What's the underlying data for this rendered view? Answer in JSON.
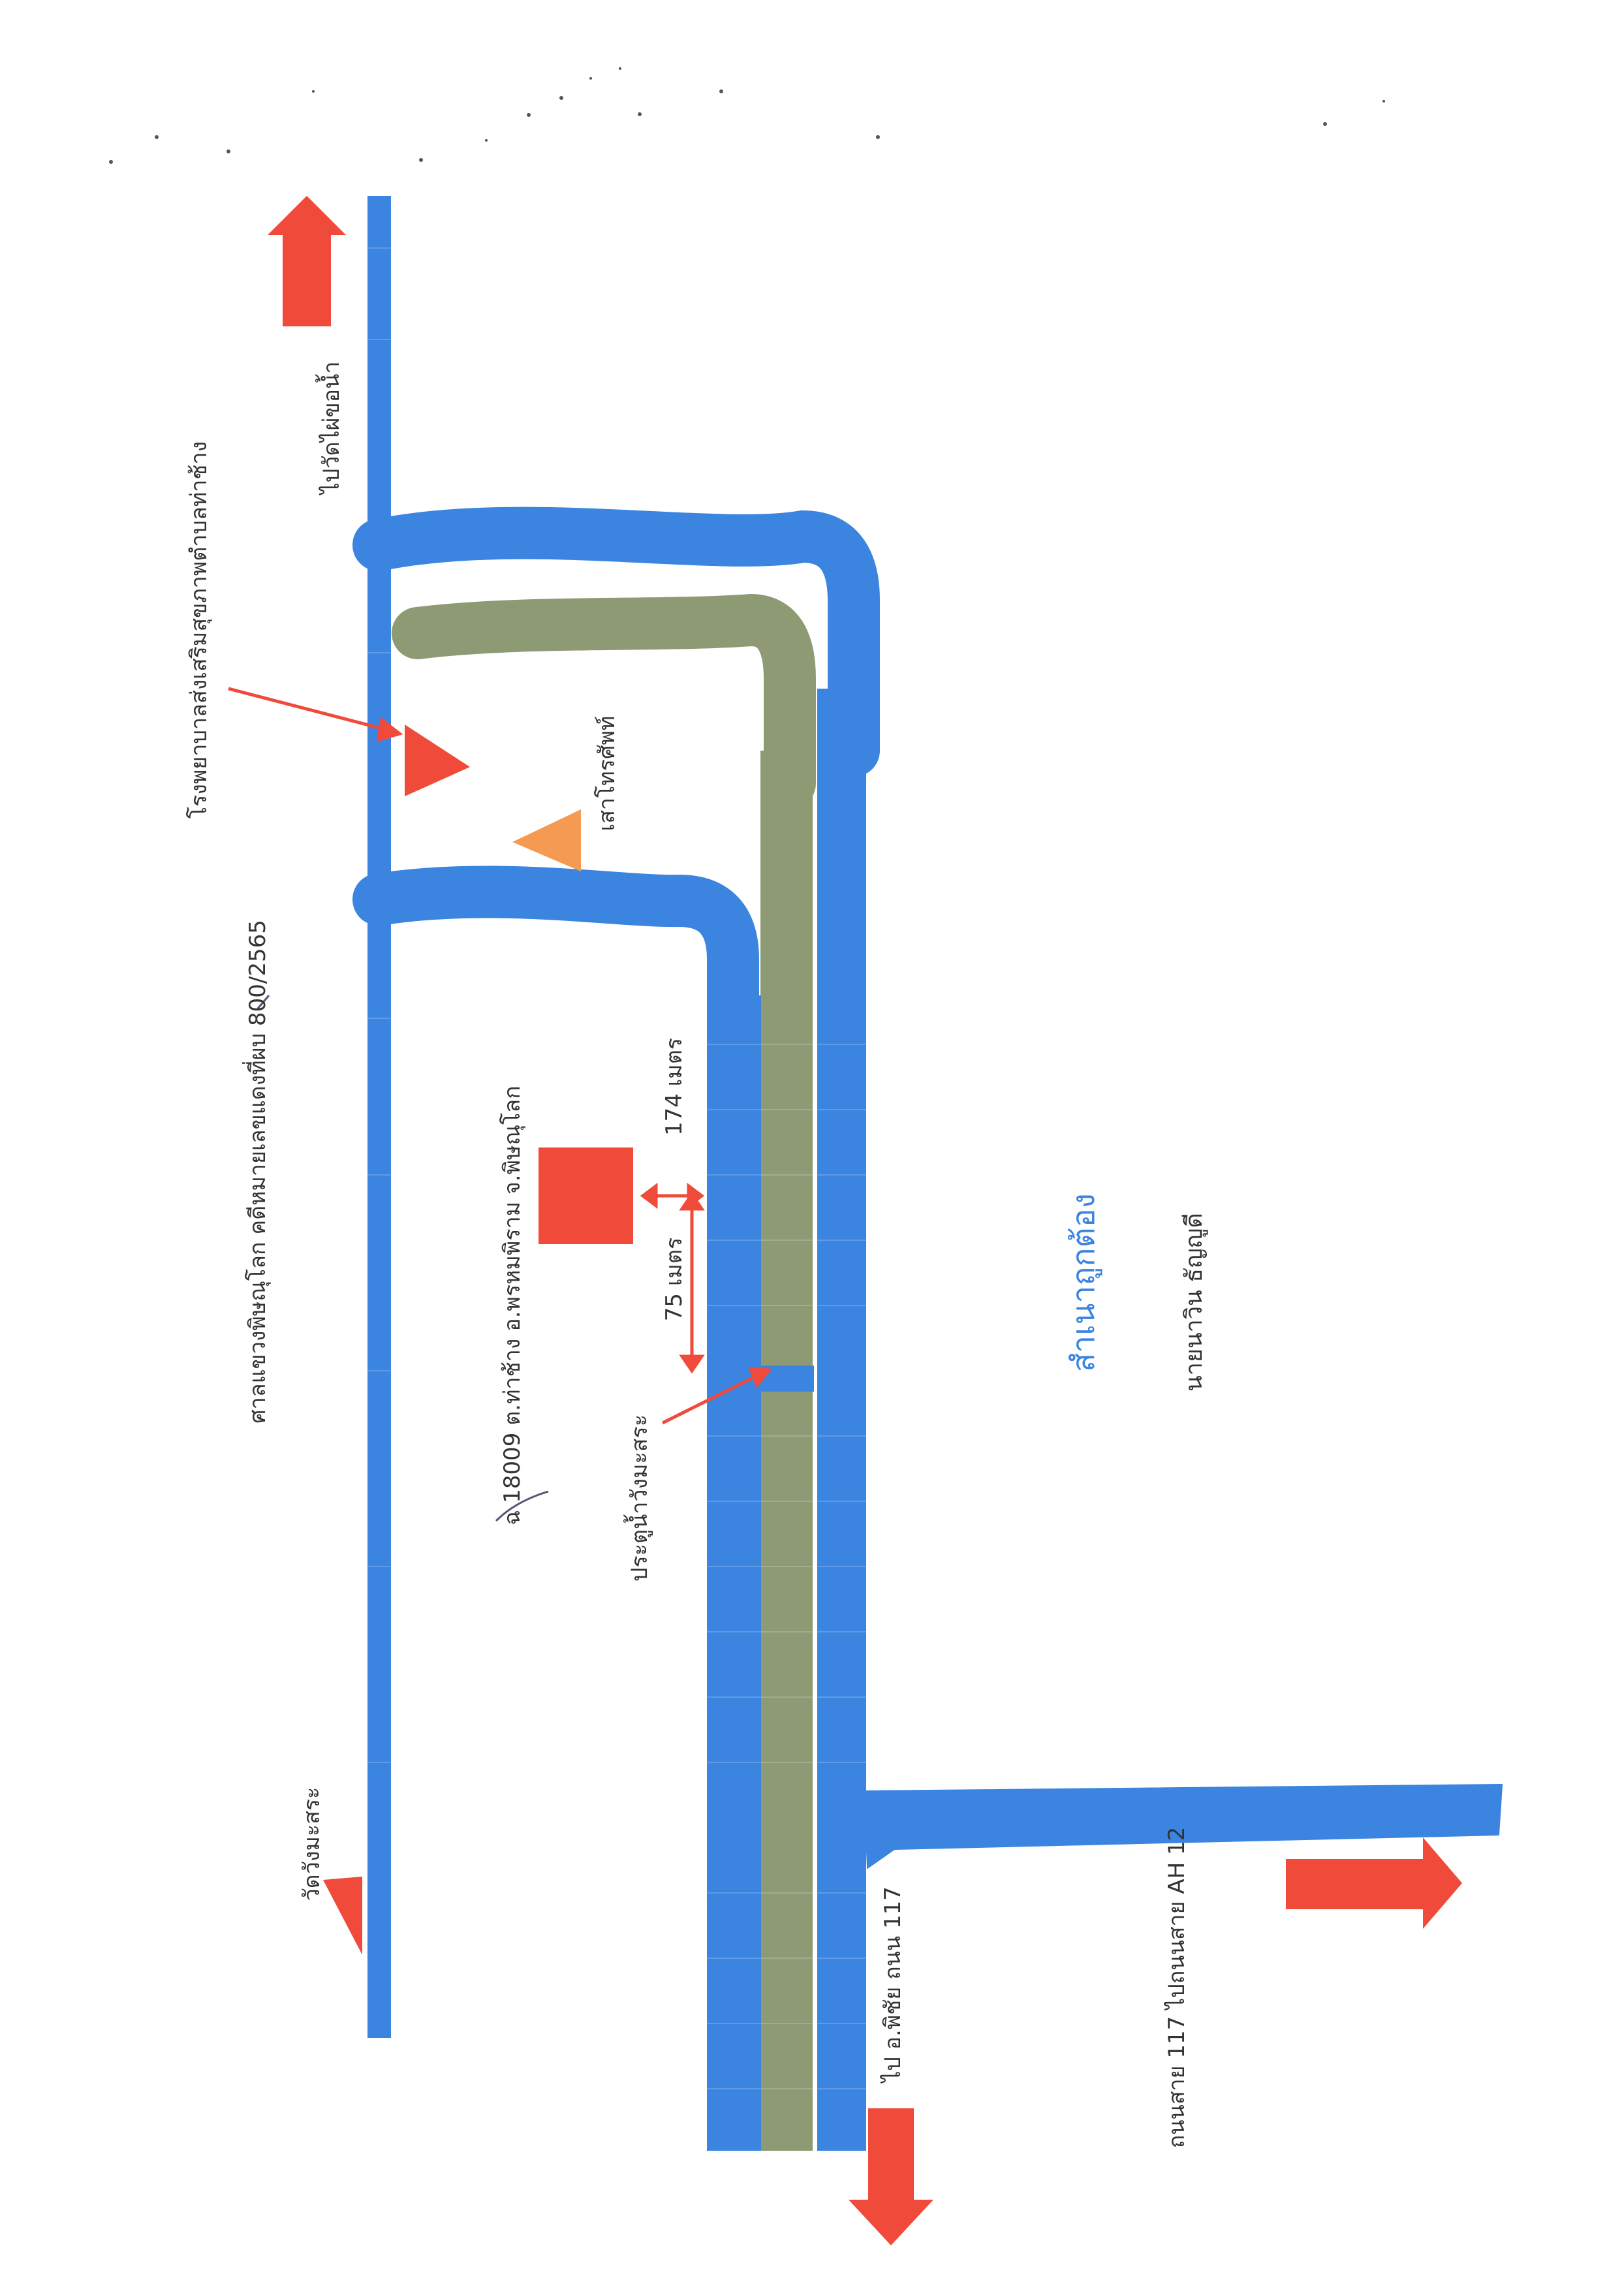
{
  "labels": {
    "to_wat_phai_kho_nam": "ไปวัดไผ่ขอน้ำ",
    "hospital": "โรงพยาบาลส่งเสริมสุขภาพตำบลท่าช้าง",
    "court_case": "ศาลแขวงพิษณุโลก คดีหมายเลขแดงที่ผบ 800/2565",
    "phone_pole": "เสาโทรศัพท์",
    "property": "ฉ 18009 ต.ท่าช้าง อ.พรหมพิราม จ.พิษณุโลก",
    "gate": "ประตูน้ำวังมะสระ",
    "dist_174": "174 เมตร",
    "dist_75": "75 เมตร",
    "checked_title": "สำเนาถูกต้อง",
    "signer": "นายนาวิน ธัญญูดี",
    "wat_wang_masra": "วัดวังมะสระ",
    "to_phichai": "ไป อ.พิชัย ถนน 117",
    "highway": "ถนนสาย 117 ไปถนนสาย AH 12"
  },
  "colors": {
    "road_blue": "#3b84e0",
    "canal_olive": "#8e9a74",
    "arrow_red": "#f04a3a",
    "marker_orange": "#f49a52",
    "text_gray": "#333333",
    "text_blue": "#3b84e0",
    "background": "#ffffff"
  },
  "markers": [
    {
      "name": "hospital",
      "shape": "triangle",
      "color": "arrow_red"
    },
    {
      "name": "phone_pole",
      "shape": "triangle",
      "color": "marker_orange"
    },
    {
      "name": "wat_wang_masra",
      "shape": "triangle",
      "color": "arrow_red"
    },
    {
      "name": "property",
      "shape": "square",
      "color": "arrow_red"
    }
  ]
}
